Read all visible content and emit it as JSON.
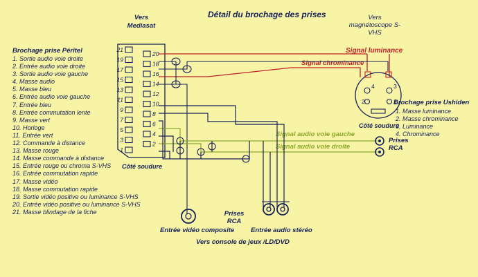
{
  "title": "Détail du brochage des prises",
  "vers_mediasat": "Vers Mediasat",
  "vers_magnetoscope": "Vers magnétoscope S-VHS",
  "peritel_title": "Brochage prise Péritel",
  "peritel_pins": [
    "1. Sortie audio voie droite",
    "2. Entrée audio voie droite",
    "3. Sortie audio voie gauche",
    "4. Masse audio",
    "5. Masse bleu",
    "6. Entrée audio voie gauche",
    "7. Entrée bleu",
    "8. Entrée commutation lente",
    "9. Masse vert",
    "10. Horloge",
    "11. Entrée vert",
    "12. Commande à distance",
    "13. Masse rouge",
    "14. Masse commande à distance",
    "15. Entrée rouge ou chroma S-VHS",
    "16. Entrée commutation rapide",
    "17. Masse vidéo",
    "18. Masse commutation rapide",
    "19. Sortie vidéo positive ou luminance S-VHS",
    "20. Entrée vidéo positive ou luminance S-VHS",
    "21. Masse blindage de la fiche"
  ],
  "ushiden_title": "Brochage prise Ushiden",
  "ushiden_pins": [
    "1. Masse luminance",
    "2. Masse chrominance",
    "3. Luminance",
    "4. Chrominance"
  ],
  "cote_soudure": "Côté soudure",
  "signal_luminance": "Signal luminance",
  "signal_chrominance": "Signal chrominance",
  "signal_gauche": "Signal audio voie gauche",
  "signal_droite": "Signal audio voie droite",
  "prises_rca": "Prises RCA",
  "entree_video": "Entrée vidéo composite",
  "entree_audio": "Entrée audio stéréo",
  "console": "Vers console de jeux /LD/DVD",
  "scart_left_pins": [
    "21",
    "19",
    "17",
    "15",
    "13",
    "11",
    "9",
    "7",
    "5",
    "3",
    "1"
  ],
  "scart_right_pins": [
    "20",
    "18",
    "16",
    "14",
    "12",
    "10",
    "8",
    "6",
    "4",
    "2"
  ],
  "din_pins": [
    "4",
    "3",
    "2",
    "1"
  ],
  "colors": {
    "background": "#f7f4a6",
    "ink": "#15205a",
    "luminance": "#c0202a",
    "audio": "#8aa82a"
  }
}
